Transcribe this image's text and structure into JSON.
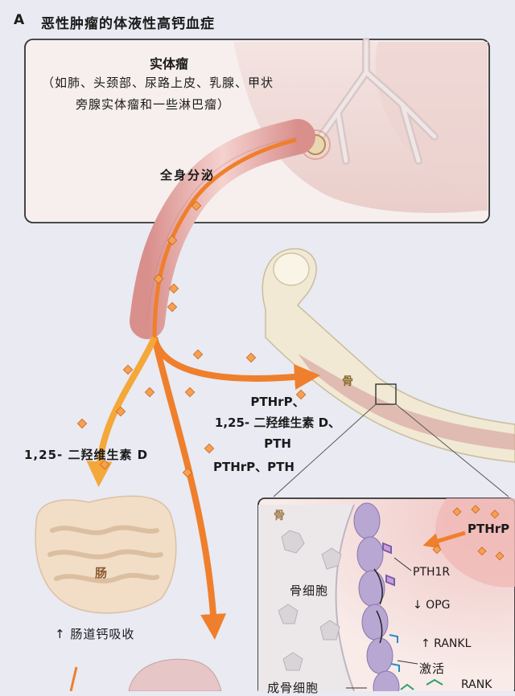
{
  "figure": {
    "panel_letter": "A",
    "title": "恶性肿瘤的体液性高钙血症"
  },
  "tumor_box": {
    "title": "实体瘤",
    "description_line1": "（如肺、头颈部、尿路上皮、乳腺、甲状",
    "description_line2": "旁腺实体瘤和一些淋巴瘤）"
  },
  "labels": {
    "systemic_secretion": "全身分泌",
    "bone": "骨",
    "bone_hormones_line1": "PTHrP、",
    "bone_hormones_line2": "1,25- 二羟维生素 D、",
    "bone_hormones_line3": "PTH",
    "gut_hormone": "1,25- 二羟维生素 D",
    "kidney_hormones": "PTHrP、PTH",
    "intestine": "肠",
    "intestinal_absorption": "↑ 肠道钙吸收"
  },
  "inset": {
    "bone_label": "骨",
    "pthrp": "PTHrP",
    "pth1r": "PTH1R",
    "osteocyte": "骨细胞",
    "opg": "↓ OPG",
    "rankl": "↑ RANKL",
    "activation": "激活",
    "osteoblast": "成骨细胞",
    "rank": "RANK"
  },
  "colors": {
    "background": "#e9eaf2",
    "tumor_box_fill": "#f6efed",
    "arrow_orange": "#ef7f2c",
    "arrow_yellow": "#f4b23c",
    "hormone_particle": "#f5a052",
    "vessel": "#e7b0ac",
    "bone": "#f1e9d4",
    "intestine": "#f2ddc7",
    "cell_purple": "#b8a6d3"
  },
  "icons": [
    "hormone-particle",
    "receptor-icon",
    "osteocyte-cell",
    "lining-cell"
  ]
}
